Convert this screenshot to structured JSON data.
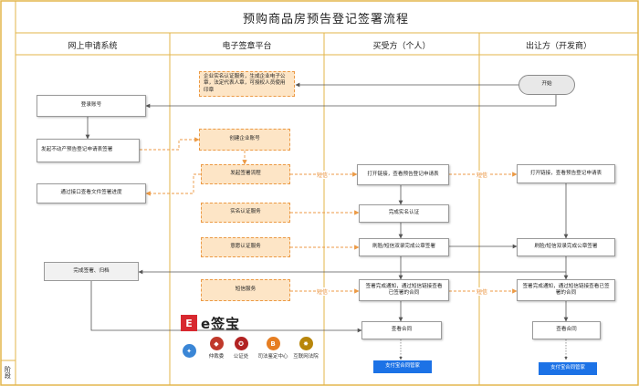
{
  "title": "预购商品房预告登记签署流程",
  "stage_label": "阶段",
  "lanes": [
    {
      "name": "网上申请系统"
    },
    {
      "name": "电子签章平台"
    },
    {
      "name": "买受方（个人）"
    },
    {
      "name": "出让方（开发商）"
    }
  ],
  "nodes": {
    "start": "开始",
    "enterprise_cert": "企业实名认证服务，生成企业电子公章，法定代表人章，可授权人员使用印章",
    "login": "登录账号",
    "initiate_app": "发起不动产预告登记申请表签署",
    "create_enterprise": "创建企业账号",
    "initiate_sign": "发起签署流程",
    "query_progress": "通过接口查看文件签署进度",
    "buyer_open": "打开链接，查看预告登记申请表",
    "seller_open": "打开链接，查看预告登记申请表",
    "realname_service": "实名认证服务",
    "buyer_realname": "完成实名认证",
    "willing_service": "意愿认证服务",
    "buyer_sign": "刷脸/短信双录完成公章签署",
    "seller_sign": "刷脸/短信双录完成公章签署",
    "complete_archive": "完成签署、归档",
    "sms_service": "短信服务",
    "buyer_notice": "签署完成通知，通过短信链接查看已签署的合同",
    "seller_notice": "签署完成通知，通过短信链接查看已签署的合同",
    "buyer_view": "查看合同",
    "seller_view": "查看合同",
    "buyer_alipay": "支付宝合同管家",
    "seller_alipay": "支付宝合同管家"
  },
  "sms_labels": [
    "短信",
    "短信",
    "短信",
    "短信"
  ],
  "brand": {
    "mark": "E",
    "word": "e签宝"
  },
  "partners": [
    {
      "name": "",
      "color": "#3a86d6"
    },
    {
      "name": "仲裁委",
      "color": "#c0392b"
    },
    {
      "name": "公证处",
      "color": "#b22222"
    },
    {
      "name": "司法鉴定中心",
      "color": "#e67e22"
    },
    {
      "name": "互联网法院",
      "color": "#b8860b"
    }
  ]
}
